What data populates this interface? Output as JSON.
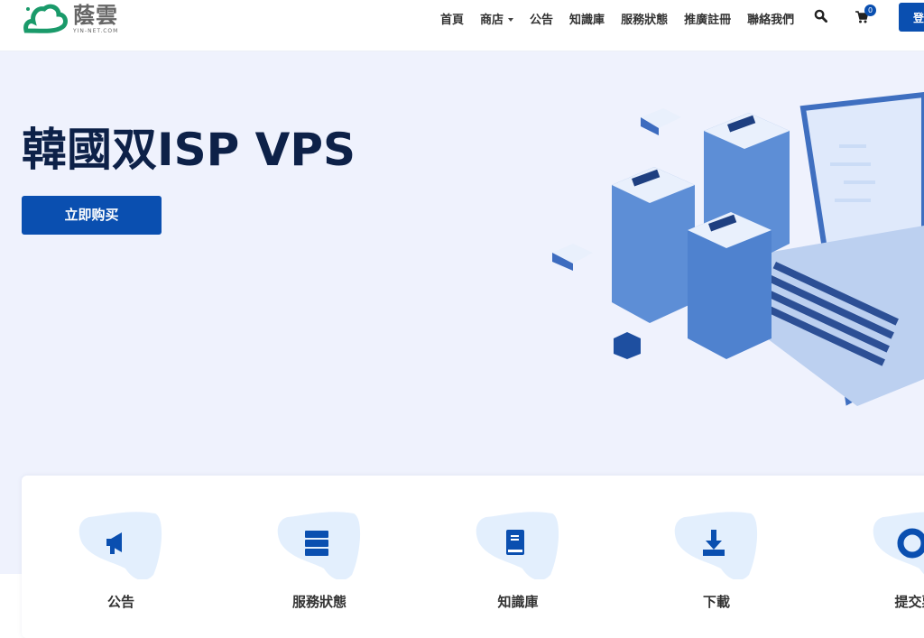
{
  "header": {
    "logo_cn": "蔭雲",
    "logo_en": "YIN-NET.COM",
    "nav": [
      "首頁",
      "商店",
      "公告",
      "知識庫",
      "服務狀態",
      "推廣註冊",
      "聯絡我們"
    ],
    "cart_count": "0",
    "login_label": "登"
  },
  "hero": {
    "title": "韓國双ISP VPS",
    "buy_label": "立即购买"
  },
  "quick_links": [
    {
      "label": "公告",
      "icon": "megaphone-icon"
    },
    {
      "label": "服務狀態",
      "icon": "server-icon"
    },
    {
      "label": "知識庫",
      "icon": "book-icon"
    },
    {
      "label": "下載",
      "icon": "download-icon"
    },
    {
      "label": "提交票",
      "icon": "lifebuoy-icon"
    }
  ],
  "colors": {
    "primary": "#0a4fb0",
    "hero_bg": "#eff2fd",
    "title": "#0d2148",
    "blob": "#e3effd"
  }
}
